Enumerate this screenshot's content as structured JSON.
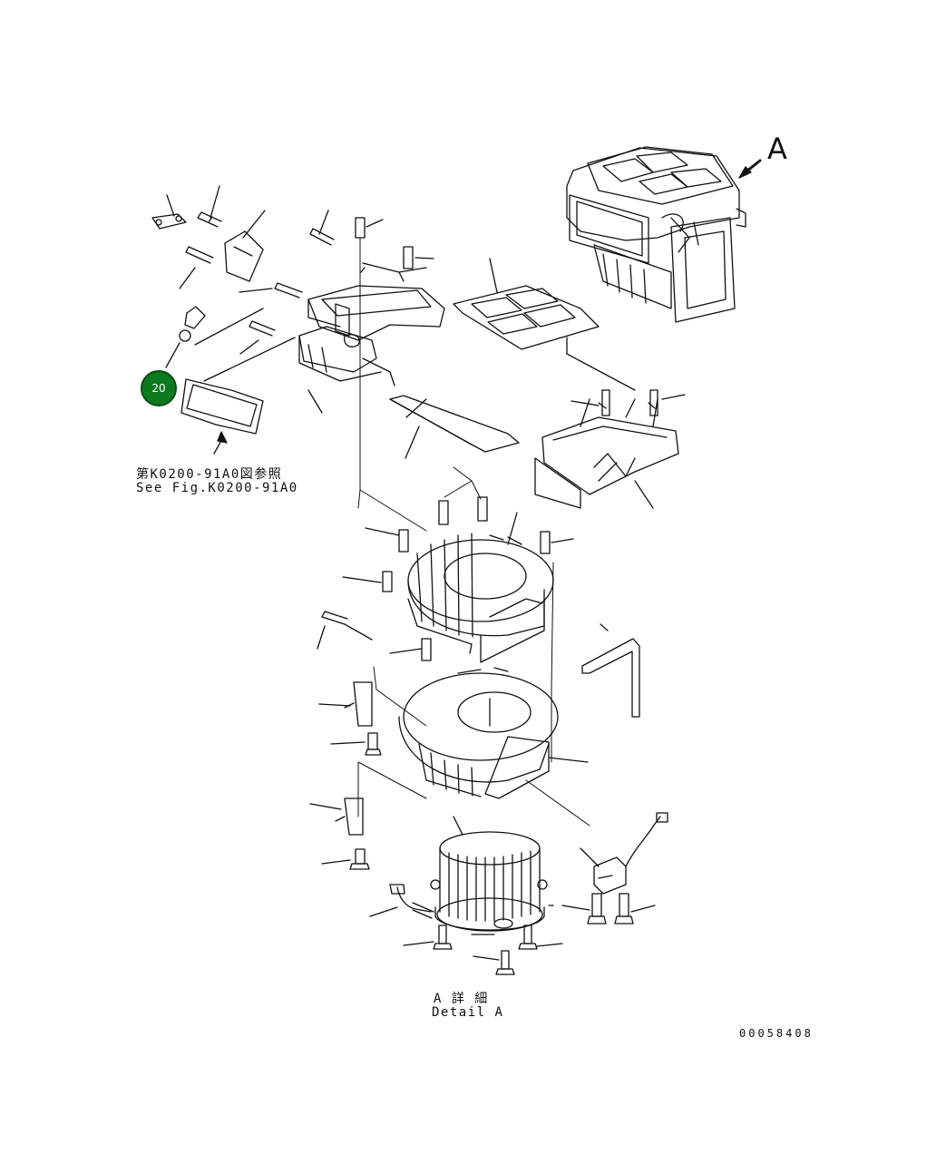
{
  "callout": {
    "number": "20"
  },
  "view_marker": {
    "letter": "A"
  },
  "reference_note": {
    "jp": "第K0200-91A0図参照",
    "en": "See Fig.K0200-91A0"
  },
  "detail_caption": {
    "jp": "A 詳 細",
    "en": "Detail A"
  },
  "drawing_number": "00058408",
  "colors": {
    "callout_fill": "#0b7a1e",
    "line": "#111111"
  }
}
